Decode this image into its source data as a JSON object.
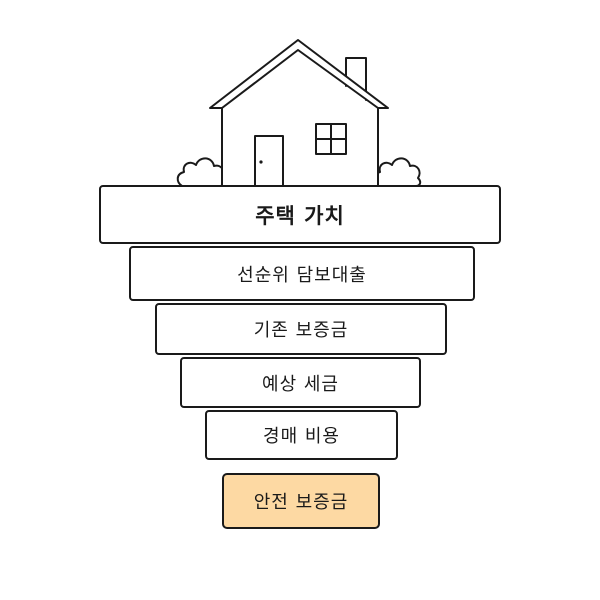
{
  "tiers": [
    {
      "label": "주택 가치"
    },
    {
      "label": "선순위 담보대출"
    },
    {
      "label": "기존 보증금"
    },
    {
      "label": "예상 세금"
    },
    {
      "label": "경매 비용"
    },
    {
      "label": "안전 보증금"
    }
  ],
  "colors": {
    "outline": "#1a1a1a",
    "box_fill": "#ffffff",
    "highlight_fill": "#fdd9a3"
  },
  "icons": {
    "house": "house-icon",
    "bush": "bush-icon"
  }
}
